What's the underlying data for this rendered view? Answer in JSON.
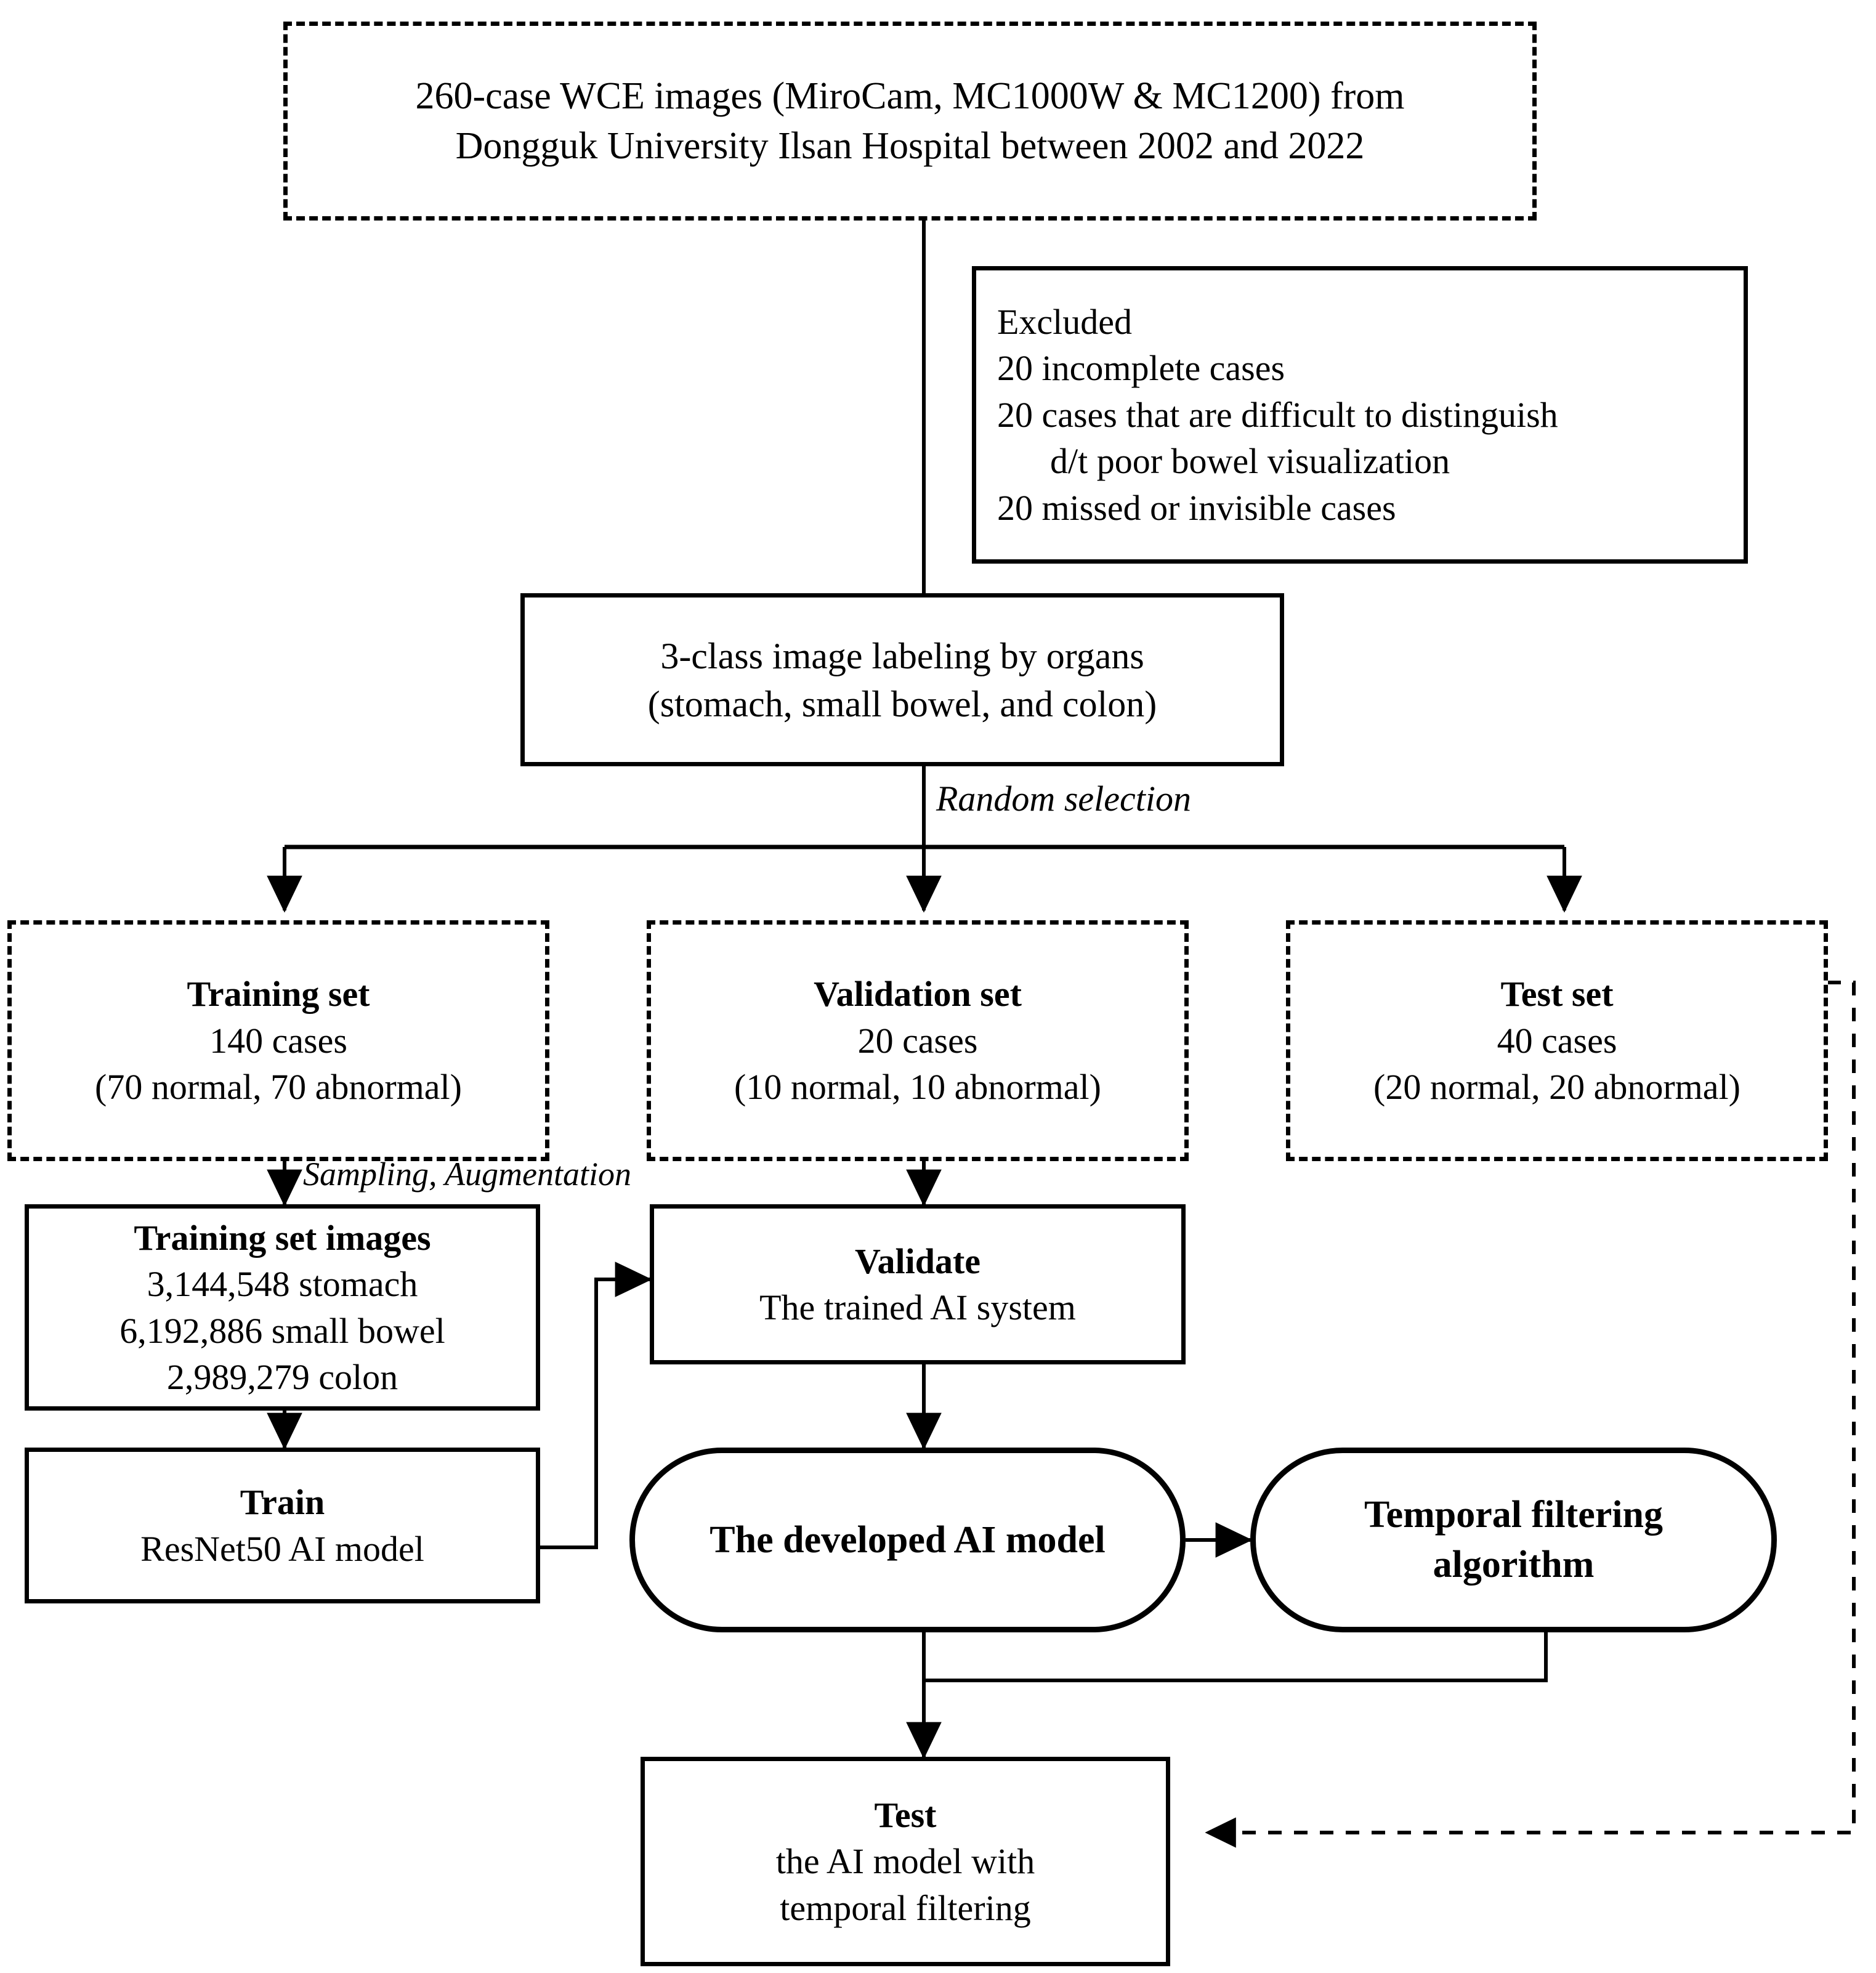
{
  "diagram": {
    "title": "WCE AI study flow diagram",
    "colors": {
      "stroke": "#000000",
      "background": "#ffffff",
      "text": "#000000"
    },
    "nodes": {
      "source": {
        "name": "source-cohort",
        "style": "dashed-rectangle",
        "lines": [
          "260-case WCE images (MiroCam, MC1000W & MC1200) from",
          "Dongguk University Ilsan Hospital between 2002 and 2022"
        ]
      },
      "excluded": {
        "name": "excluded-cases",
        "style": "solid-rectangle",
        "lines": [
          "Excluded",
          "20 incomplete  cases",
          "20 cases that are difficult  to distinguish",
          "d/t poor bowel  visualization",
          "20 missed  or invisible  cases"
        ]
      },
      "labeling": {
        "name": "image-labeling",
        "style": "solid-rectangle",
        "lines": [
          "3-class image labeling by organs",
          "(stomach, small bowel, and colon)"
        ]
      },
      "training_set": {
        "name": "training-set",
        "style": "dashed-rectangle",
        "heading": "Training set",
        "lines": [
          "140 cases",
          "(70 normal, 70 abnormal)"
        ]
      },
      "validation_set": {
        "name": "validation-set",
        "style": "dashed-rectangle",
        "heading": "Validation set",
        "lines": [
          "20 cases",
          "(10 normal, 10 abnormal)"
        ]
      },
      "test_set": {
        "name": "test-set",
        "style": "dashed-rectangle",
        "heading": "Test set",
        "lines": [
          "40 cases",
          "(20 normal, 20 abnormal)"
        ]
      },
      "training_images": {
        "name": "training-set-images",
        "style": "solid-rectangle",
        "heading": "Training set images",
        "lines": [
          "3,144,548 stomach",
          "6,192,886 small bowel",
          "2,989,279 colon"
        ]
      },
      "train": {
        "name": "train-step",
        "style": "solid-rectangle",
        "heading": "Train",
        "lines": [
          "ResNet50 AI model"
        ]
      },
      "validate": {
        "name": "validate-step",
        "style": "solid-rectangle",
        "heading": "Validate",
        "lines": [
          "The trained AI system"
        ]
      },
      "ai_model": {
        "name": "developed-ai-model",
        "style": "pill",
        "heading": "The developed AI model",
        "lines": []
      },
      "temporal_filter": {
        "name": "temporal-filtering-algorithm",
        "style": "pill",
        "heading": "Temporal filtering",
        "heading2": "algorithm",
        "lines": []
      },
      "test": {
        "name": "test-step",
        "style": "solid-rectangle",
        "heading": "Test",
        "lines": [
          "the AI model with",
          "temporal  filtering"
        ]
      }
    },
    "edge_labels": {
      "random_selection": "Random selection",
      "sampling_augmentation": "Sampling, Augmentation"
    }
  }
}
